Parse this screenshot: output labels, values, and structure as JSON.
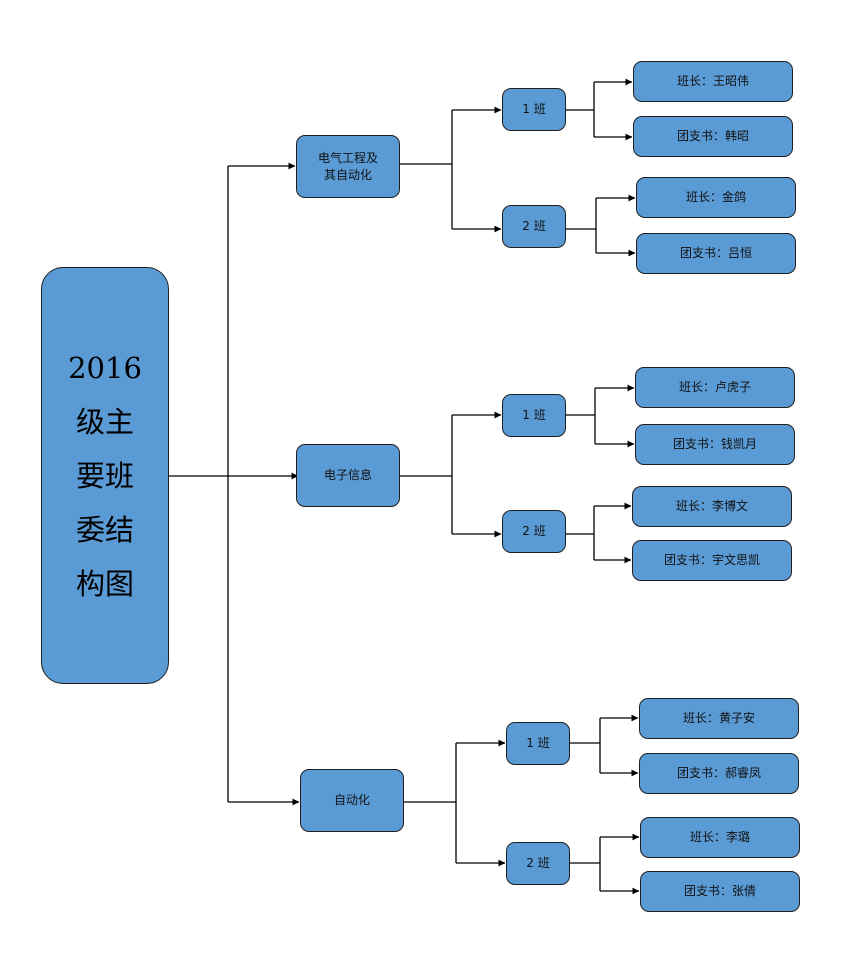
{
  "diagram": {
    "colors": {
      "box_fill": "#5b9bd5",
      "box_border": "#1f1f1f",
      "connector": "#000000"
    },
    "root": {
      "label": "2016\n级主\n要班\n委结\n构图"
    },
    "majors": [
      {
        "label": "电气工程及\n其自动化",
        "classes": [
          {
            "label": "1 班",
            "members": [
              "班长：王昭伟",
              "团支书：韩昭"
            ]
          },
          {
            "label": "2 班",
            "members": [
              "班长：金鸽",
              "团支书：吕恒"
            ]
          }
        ]
      },
      {
        "label": "电子信息",
        "classes": [
          {
            "label": "1 班",
            "members": [
              "班长：卢虎子",
              "团支书：钱凯月"
            ]
          },
          {
            "label": "2 班",
            "members": [
              "班长：李博文",
              "团支书：宇文思凯"
            ]
          }
        ]
      },
      {
        "label": "自动化",
        "classes": [
          {
            "label": "1 班",
            "members": [
              "班长：黄子安",
              "团支书：郝睿凤"
            ]
          },
          {
            "label": "2 班",
            "members": [
              "班长：李璐",
              "团支书：张倩"
            ]
          }
        ]
      }
    ]
  }
}
